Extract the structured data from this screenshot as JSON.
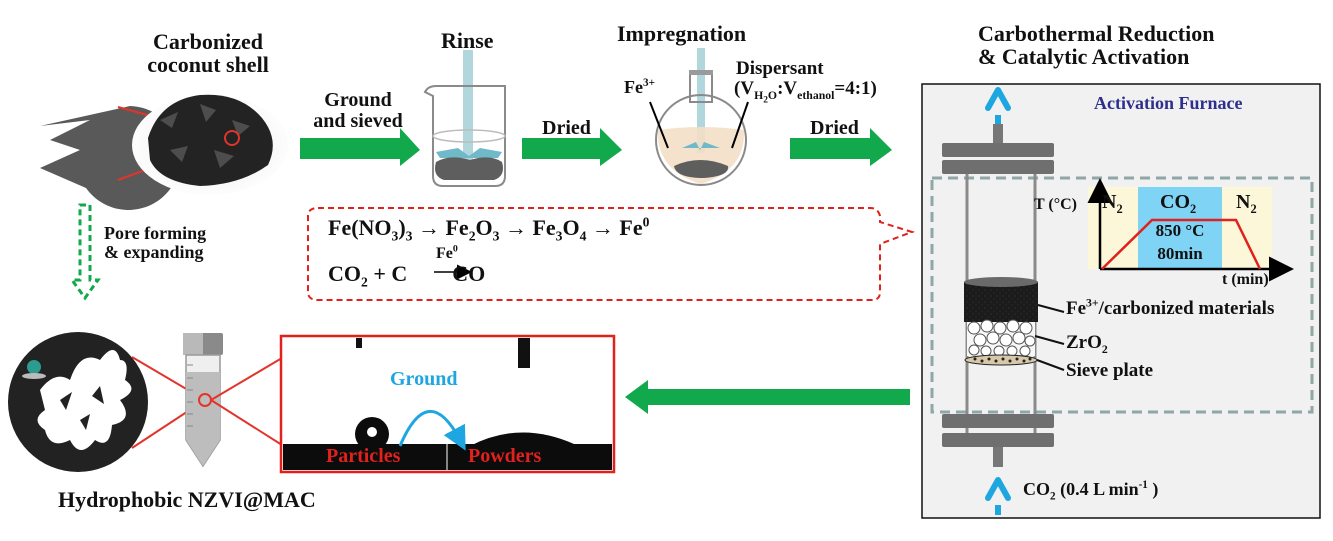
{
  "steps": {
    "carbonized": {
      "line1": "Carbonized",
      "line2": "coconut shell"
    },
    "ground_sieved": {
      "line1": "Ground",
      "line2": "and sieved"
    },
    "rinse": "Rinse",
    "dried1": "Dried",
    "impregnation": "Impregnation",
    "fe3": {
      "base": "Fe",
      "sup": "3+"
    },
    "dispersant": {
      "line1": "Dispersant",
      "open": "(V",
      "sub1": "H",
      "sub1b": "2",
      "sub1c": "O",
      "colon": ":V",
      "sub2": "ethanol",
      "ratio": "=4:1)"
    },
    "dried2": "Dried",
    "carbothermal": {
      "line1": "Carbothermal Reduction",
      "line2": "& Catalytic Activation"
    },
    "pore": {
      "line1": "Pore forming",
      "line2": "& expanding"
    },
    "product": "Hydrophobic NZVI@MAC"
  },
  "reactions": {
    "r1": {
      "a": "Fe(NO",
      "a_sub": "3",
      "a2": ")",
      "a2_sub": "3",
      "arrow": "→",
      "b": "Fe",
      "b_sub1": "2",
      "b2": "O",
      "b_sub2": "3",
      "c": "Fe",
      "c_sub1": "3",
      "c2": "O",
      "c_sub2": "4",
      "d": "Fe",
      "d_sup": "0"
    },
    "r2": {
      "a": "CO",
      "a_sub": "2",
      "plus": "+ C",
      "arrow": "→",
      "b": "CO",
      "catalyst": "Fe",
      "catalyst_sup": "0"
    }
  },
  "furnace": {
    "title": "Activation Furnace",
    "inlet": {
      "gas": "CO",
      "gas_sub": "2",
      "flow": "(0.4 L min",
      "flow_sup": "-1",
      "close": " )"
    },
    "layers": {
      "top": {
        "base": "Fe",
        "sup": "3+",
        "rest": "/carbonized materials"
      },
      "middle": {
        "base": "ZrO",
        "sub": "2"
      },
      "bottom": "Sieve plate"
    },
    "program": {
      "y_label": "T (°C)",
      "x_label": "t (min)",
      "phases": [
        {
          "gas": "N",
          "sub": "2"
        },
        {
          "gas": "CO",
          "sub": "2"
        },
        {
          "gas": "N",
          "sub": "2"
        }
      ],
      "hold_temp": "850 °C",
      "hold_time": "80min"
    }
  },
  "contact_angle": {
    "label_ground": "Ground",
    "left": "Particles",
    "right": "Powders"
  },
  "colors": {
    "arrow_green": "#12a84c",
    "red": "#e0211c",
    "blue_label": "#1ea6e0",
    "furnace_title": "#2e2e8c",
    "co2_band": "#7fd3f5",
    "n2_band": "#fbf7d8",
    "dashed_teal": "#8fa7a7"
  }
}
